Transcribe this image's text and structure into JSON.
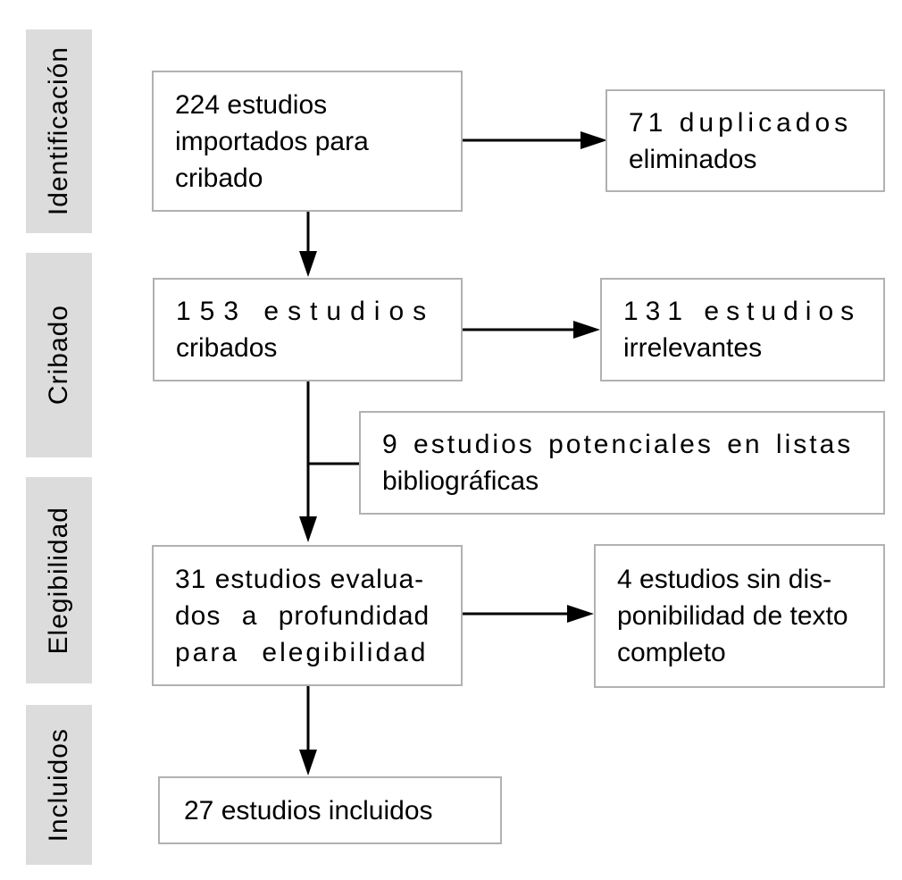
{
  "colors": {
    "stage_bg": "#dcdcdc",
    "box_bg": "#ffffff",
    "box_border": "#b1b1b1",
    "text": "#000000",
    "arrow": "#000000"
  },
  "sidebar": {
    "stages": [
      {
        "label": "Identificación"
      },
      {
        "label": "Cribado"
      },
      {
        "label": "Elegibilidad"
      },
      {
        "label": "Incluidos"
      }
    ]
  },
  "flow": {
    "imported": {
      "lines": [
        "224 estudios",
        "importados para",
        "cribado"
      ]
    },
    "duplicates": {
      "lines": [
        "71 duplicados",
        "eliminados"
      ]
    },
    "screened": {
      "lines": [
        "153 estudios",
        "cribados"
      ]
    },
    "irrelevant": {
      "lines": [
        "131 estudios",
        "irrelevantes"
      ]
    },
    "references": {
      "lines": [
        "9 estudios potenciales en listas",
        "bibliográficas"
      ]
    },
    "assessed": {
      "lines": [
        "31 estudios evalua-",
        "dos a profundidad",
        "para elegibilidad"
      ]
    },
    "nofulltext": {
      "lines": [
        "4 estudios sin dis-",
        "ponibilidad de texto",
        "completo"
      ]
    },
    "included": {
      "lines": [
        "27 estudios incluidos"
      ]
    }
  }
}
